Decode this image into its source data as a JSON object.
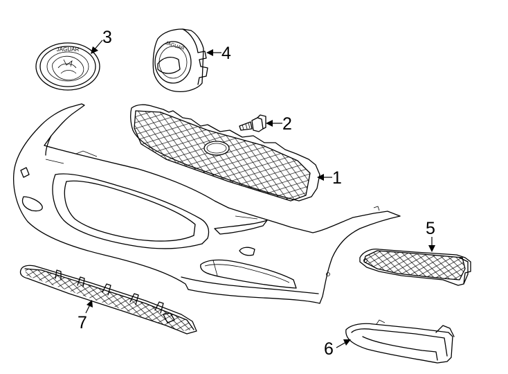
{
  "diagram": {
    "callouts": [
      {
        "id": "1",
        "label": "1"
      },
      {
        "id": "2",
        "label": "2"
      },
      {
        "id": "3",
        "label": "3"
      },
      {
        "id": "4",
        "label": "4"
      },
      {
        "id": "5",
        "label": "5"
      },
      {
        "id": "6",
        "label": "6"
      },
      {
        "id": "7",
        "label": "7"
      }
    ],
    "emblem_text": "JAGUAR",
    "surround_text": "JAGUAR"
  },
  "colors": {
    "line": "#000000",
    "background": "#ffffff"
  }
}
